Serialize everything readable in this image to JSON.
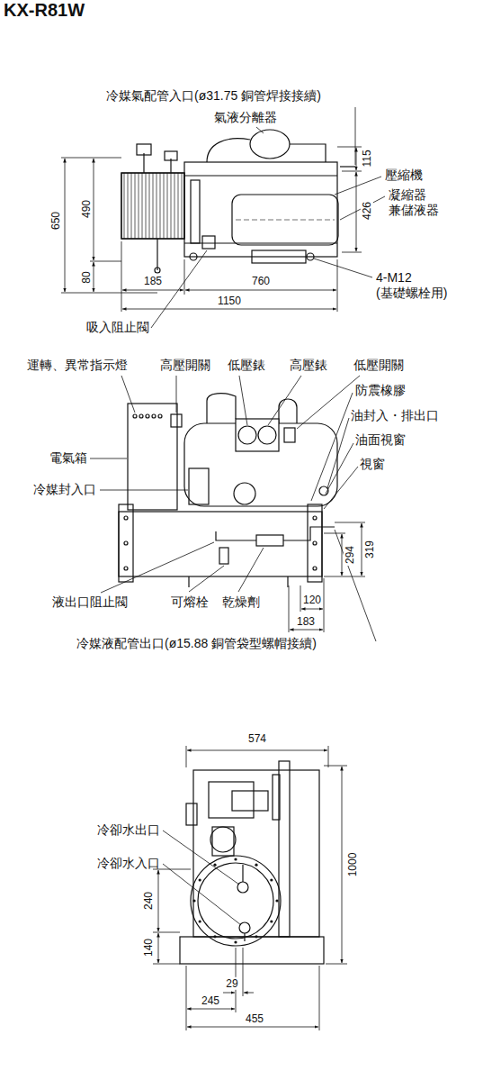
{
  "diagram": {
    "title": "KX-R81W",
    "labels": [
      "冷媒氣配管入口(ø31.75 銅管焊接接續)",
      "氣液分離器",
      "壓縮機",
      "凝縮器 兼儲液器",
      "650",
      "490",
      "115",
      "426",
      "80",
      "185",
      "760",
      "4-M12 (基礎螺栓用)",
      "1150",
      "吸入阻止閥",
      "運轉、異常指示燈",
      "高壓開關",
      "低壓錶",
      "高壓錶",
      "低壓開關",
      "防震橡膠",
      "電氣箱",
      "油封入・排出口",
      "油面視窗",
      "視窗",
      "冷媒封入口",
      "294",
      "319",
      "液出口阻止閥",
      "可熔栓",
      "乾燥劑",
      "120",
      "183",
      "冷媒液配管出口(ø15.88 銅管袋型螺帽接續)",
      "574",
      "冷卻水出口",
      "冷卻水入口",
      "1000",
      "240",
      "140",
      "29",
      "245",
      "455"
    ]
  }
}
